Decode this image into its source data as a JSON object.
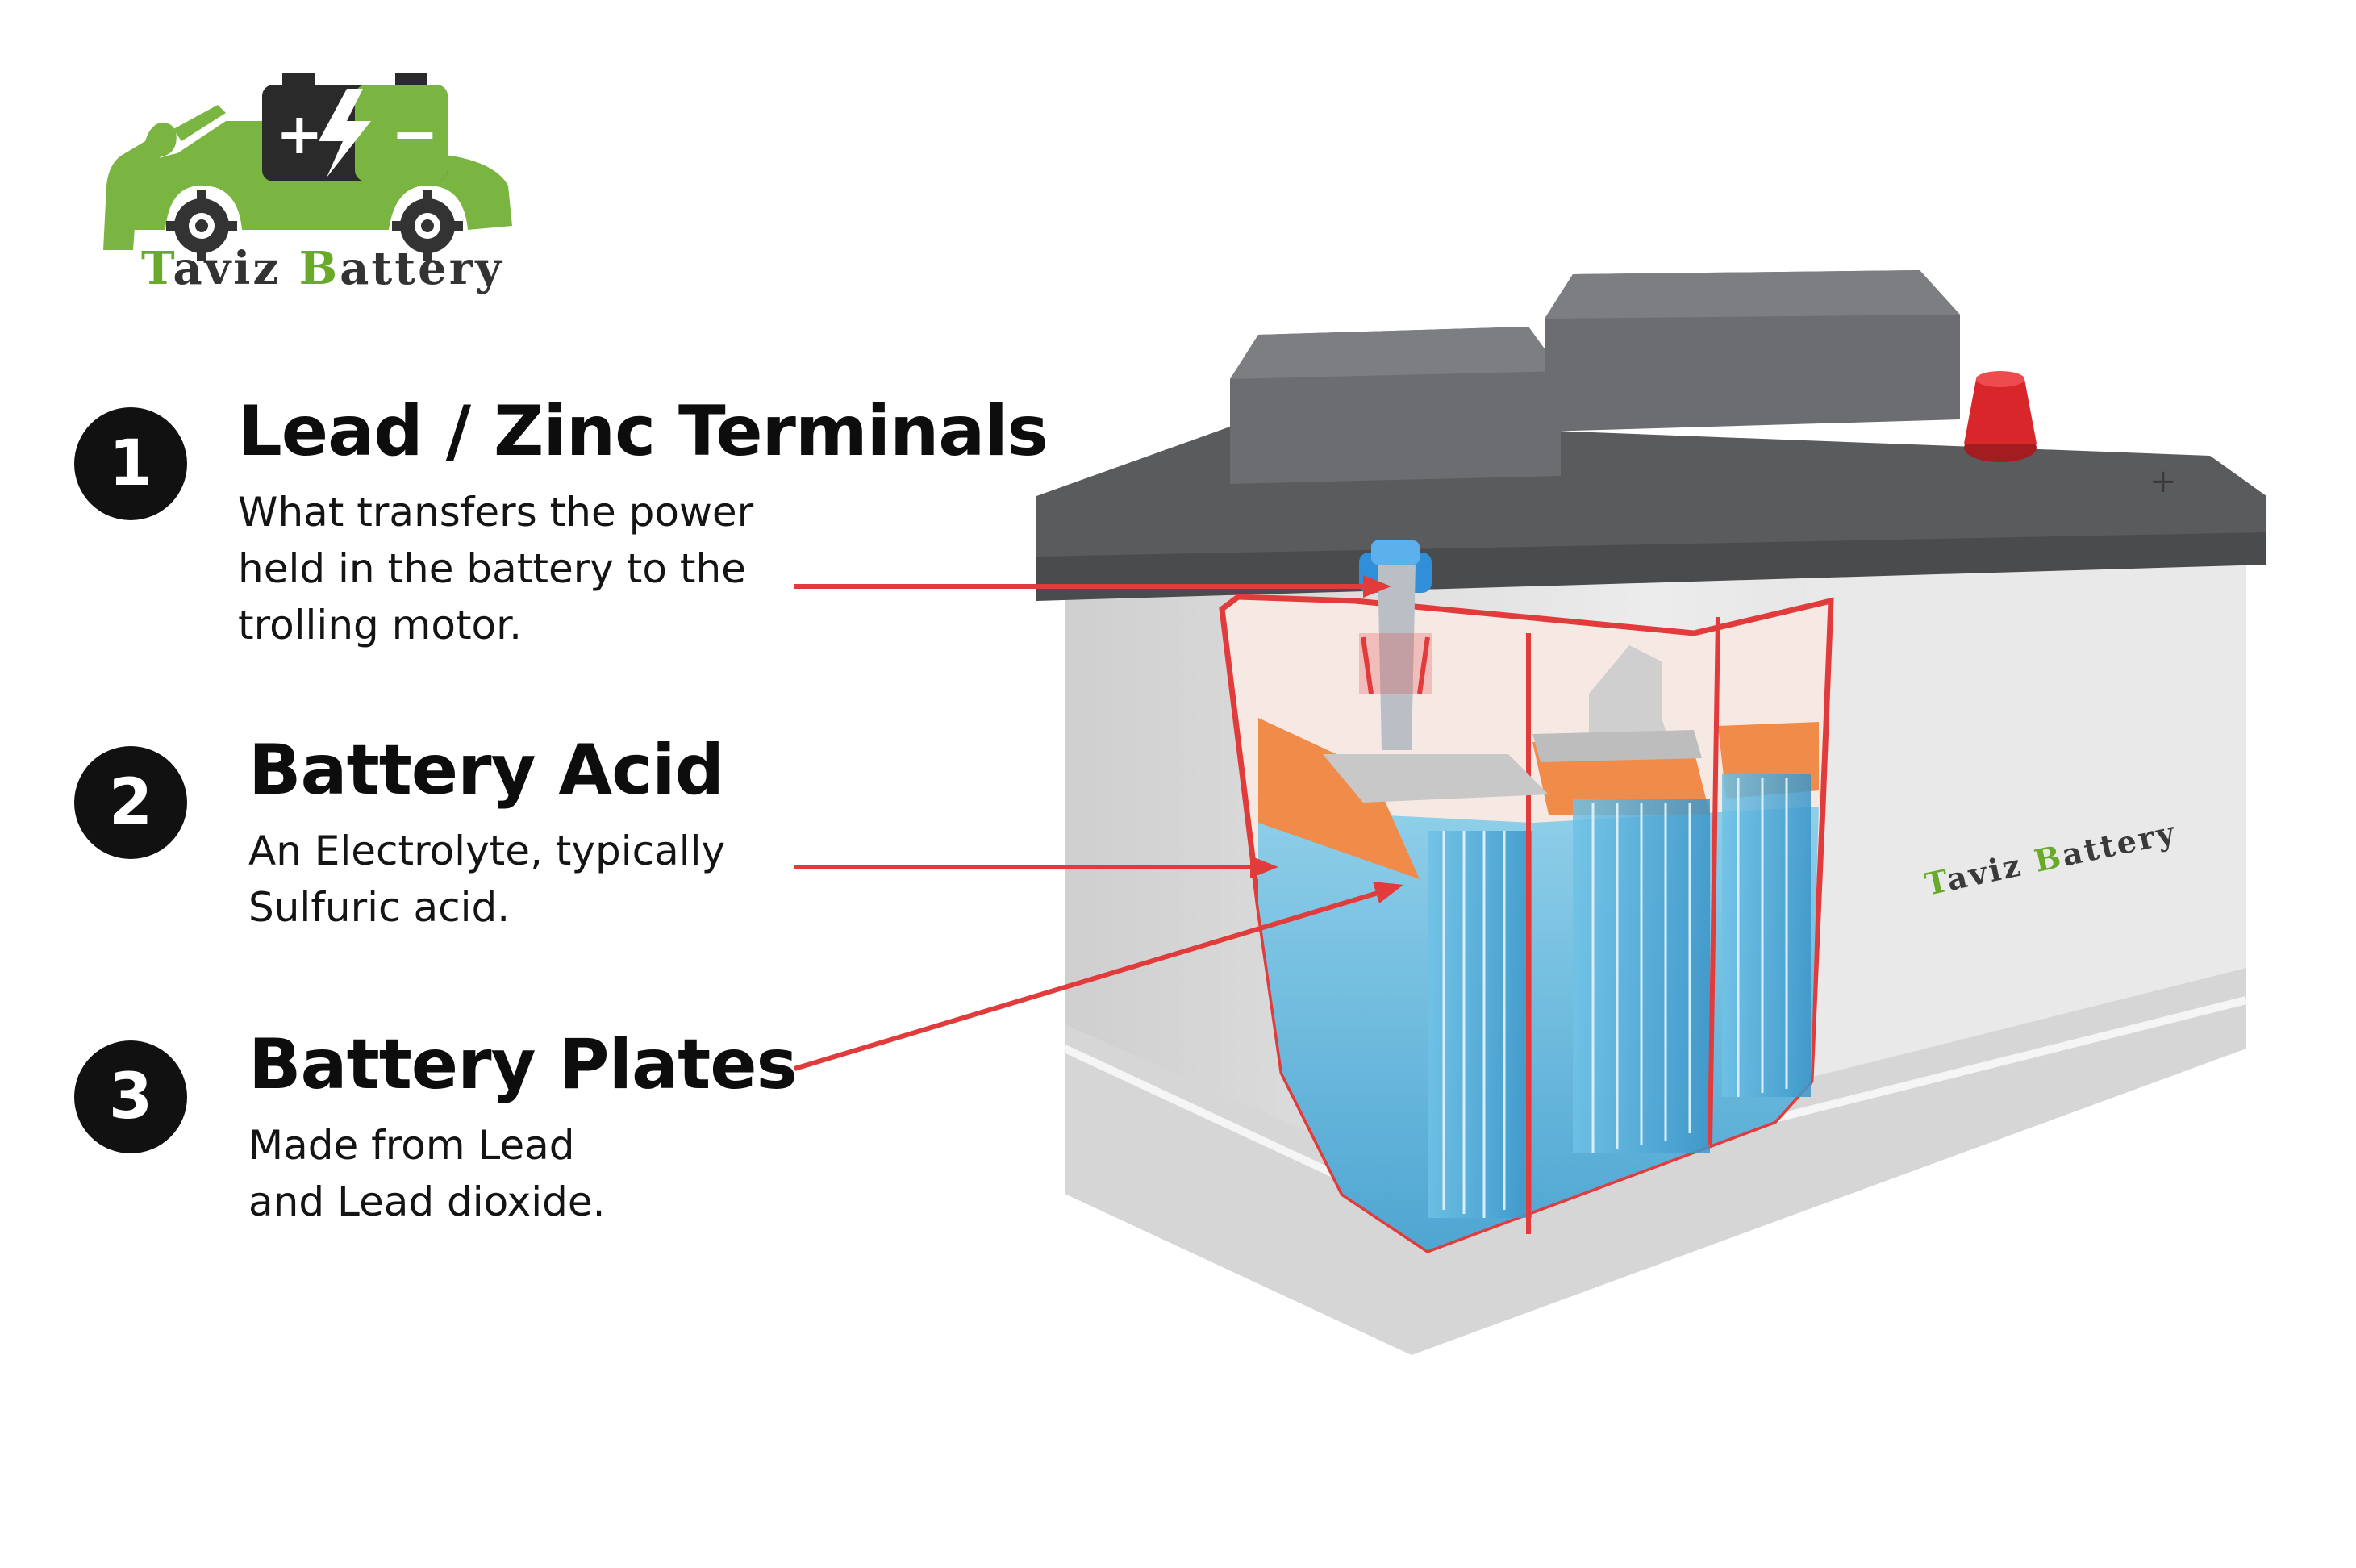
{
  "brand": {
    "name_part1_initial": "T",
    "name_part1_rest": "aviz ",
    "name_part2_initial": "B",
    "name_part2_rest": "attery",
    "logo_symbols": {
      "plus": "+",
      "minus": "−"
    },
    "colors": {
      "green": "#7ab542",
      "dark": "#333333"
    }
  },
  "battery_label": {
    "initial1": "T",
    "rest1": "aviz ",
    "initial2": "B",
    "rest2": "attery"
  },
  "terminal_symbol": "+",
  "callouts": [
    {
      "number": "1",
      "title": "Lead / Zinc Terminals",
      "lines": [
        "What transfers the power",
        "held in the battery to the",
        "trolling motor."
      ]
    },
    {
      "number": "2",
      "title": "Battery Acid",
      "lines": [
        "An Electrolyte, typically",
        "Sulfuric acid."
      ]
    },
    {
      "number": "3",
      "title": "Battery Plates",
      "lines": [
        "Made from Lead",
        "and Lead dioxide."
      ]
    }
  ],
  "colors": {
    "callout_line": "#e23b3b",
    "acid": "#5cb6dc",
    "plates": "#f08b4a",
    "lid": "#5a5b5d",
    "case": "#e6e6e6",
    "cap_red": "#d8262a",
    "terminal_blue": "#2f8fd8"
  }
}
